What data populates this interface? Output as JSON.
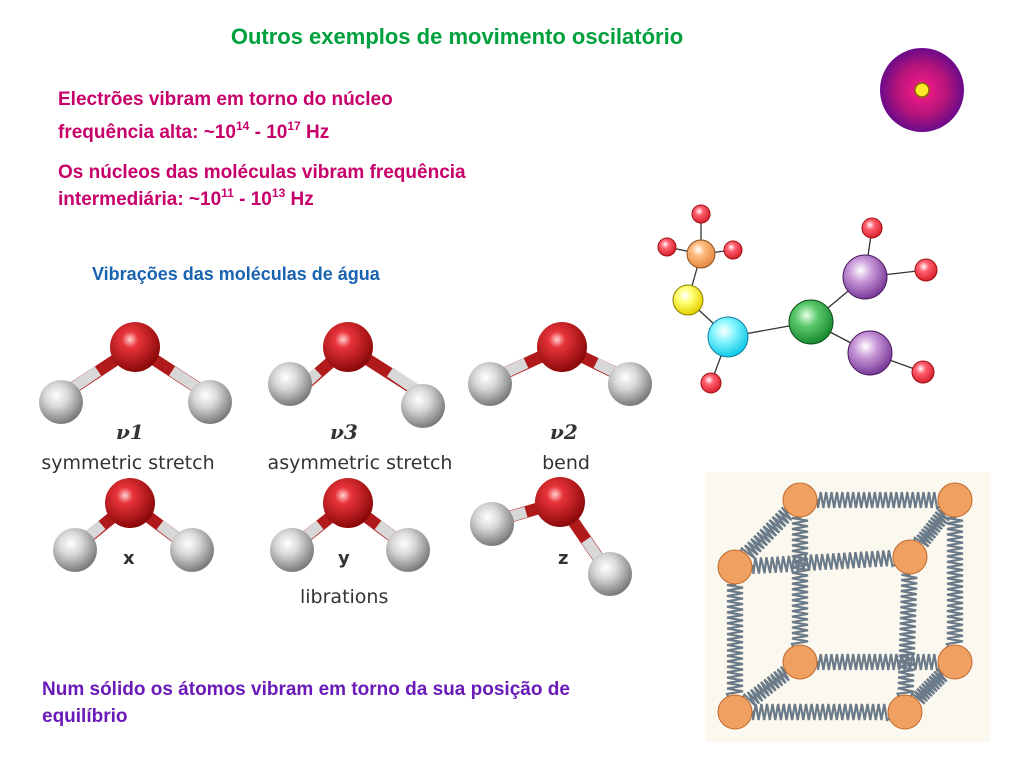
{
  "title": "Outros exemplos de movimento oscilatório",
  "electrons": {
    "line1": "Electrões vibram em torno do núcleo",
    "freq_prefix": "frequência alta: ~10",
    "exp1": "14",
    "mid": " - 10",
    "exp2": "17",
    "unit": " Hz"
  },
  "nuclei": {
    "line1": "Os núcleos das moléculas vibram frequência",
    "freq_prefix": "intermediária:  ~10",
    "exp1": "11",
    "mid": " - 10",
    "exp2": "13",
    "unit": " Hz"
  },
  "water": {
    "title": "Vibrações das moléculas de água",
    "modes": [
      {
        "symbol": "ν",
        "sub": "1",
        "label": "symmetric stretch"
      },
      {
        "symbol": "ν",
        "sub": "3",
        "label": "asymmetric stretch"
      },
      {
        "symbol": "ν",
        "sub": "2",
        "label": "bend"
      }
    ],
    "librations": {
      "axes": [
        "x",
        "y",
        "z"
      ],
      "label": "librations"
    }
  },
  "solid": {
    "text": "Num sólido os átomos vibram em torno da sua posição de equilíbrio"
  },
  "colors": {
    "title": "#00a03c",
    "text": "#c8006a",
    "water_title": "#1a63b0",
    "solid_text": "#6a1ab8",
    "oxygen": "#cc1a1a",
    "hydrogen": "#c8c8c8",
    "lattice_atom": "#f0a060"
  }
}
